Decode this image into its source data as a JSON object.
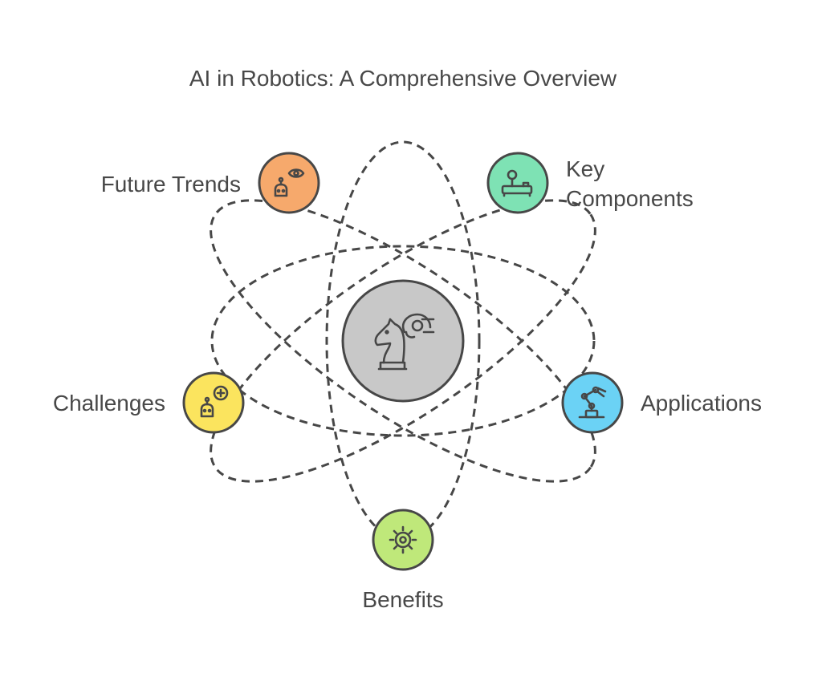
{
  "title": "AI in Robotics: A Comprehensive Overview",
  "center": {
    "icon": "chess-knight-robot-arm-icon",
    "color": "#c8c8c8"
  },
  "nodes": [
    {
      "id": "future-trends",
      "label_lines": [
        "Future Trends"
      ],
      "icon": "robot-eye-icon",
      "color": "#f6a96c"
    },
    {
      "id": "key-components",
      "label_lines": [
        "Key",
        "Components"
      ],
      "icon": "joystick-icon",
      "color": "#7ee2b4"
    },
    {
      "id": "challenges",
      "label_lines": [
        "Challenges"
      ],
      "icon": "robot-plus-icon",
      "color": "#fbe45e"
    },
    {
      "id": "applications",
      "label_lines": [
        "Applications"
      ],
      "icon": "robotic-arm-icon",
      "color": "#6bd2f5"
    },
    {
      "id": "benefits",
      "label_lines": [
        "Benefits"
      ],
      "icon": "gear-icon",
      "color": "#bfe87a"
    }
  ]
}
